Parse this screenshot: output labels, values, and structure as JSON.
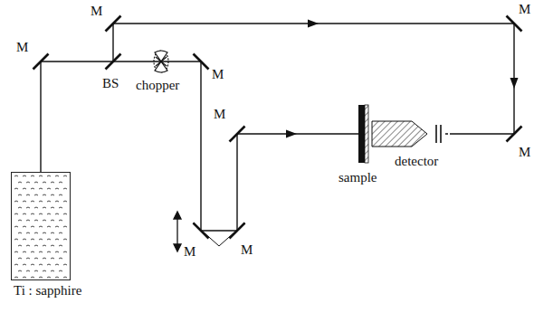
{
  "diagram": {
    "nodes": [
      {
        "text": [
          "Ti : sapphire"
        ]
      }
    ],
    "labels": [
      "M",
      "M",
      "M",
      "BS",
      "chopper",
      "M",
      "M",
      "M",
      "sample",
      "detector",
      "M",
      "M"
    ]
  }
}
